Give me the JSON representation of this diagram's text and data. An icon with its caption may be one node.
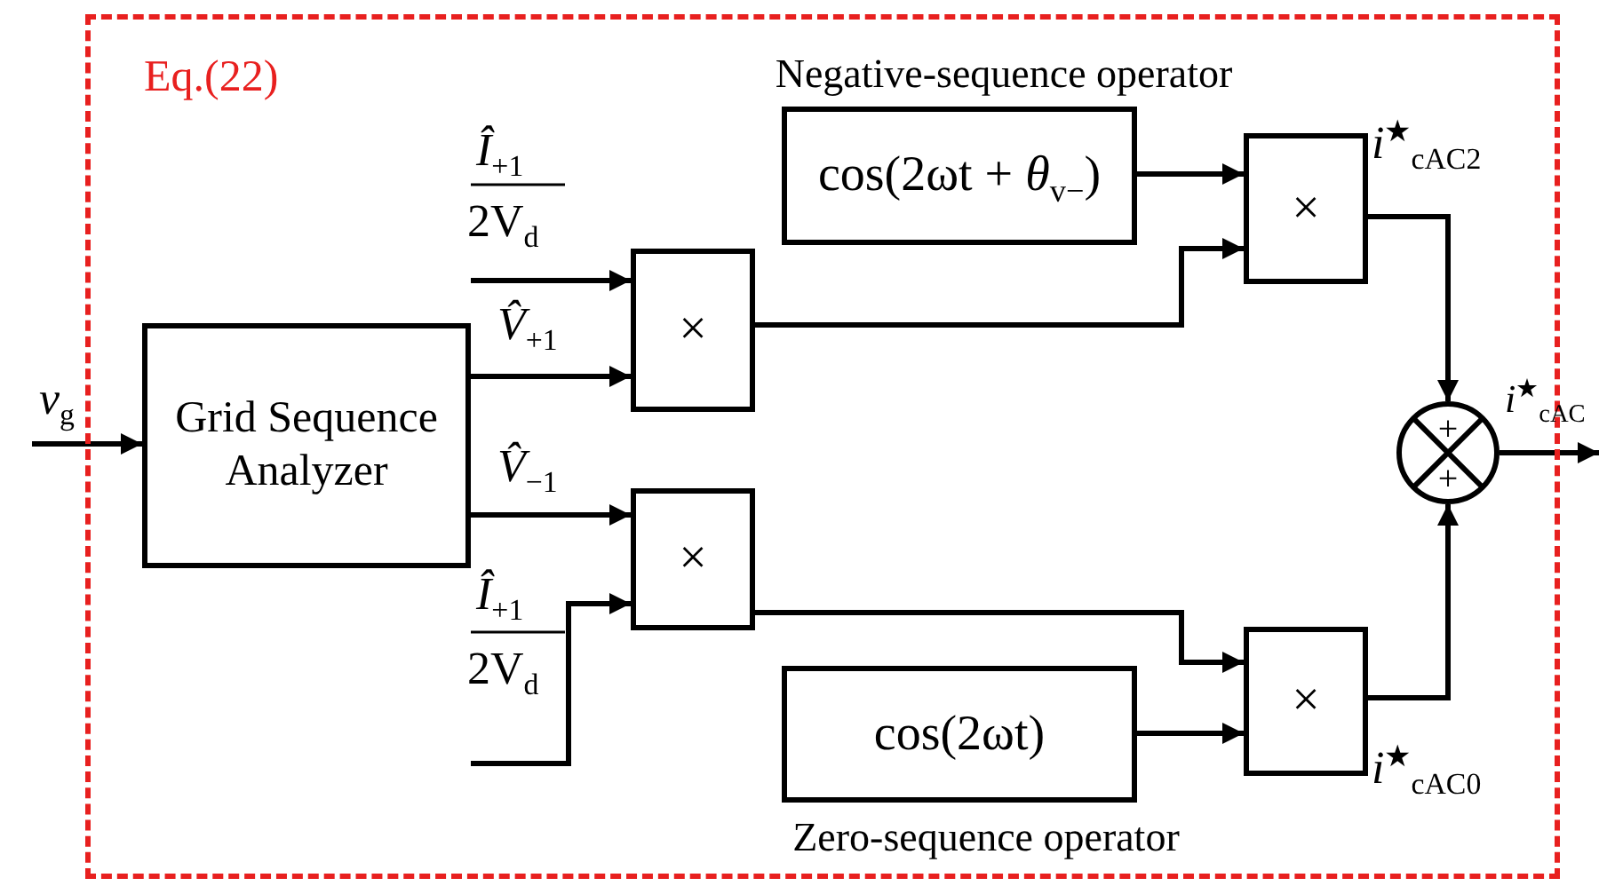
{
  "diagram": {
    "nodes": [
      {
        "text": [
          "Eq.(22)"
        ]
      },
      {
        "text": [
          "Grid Sequence Analyzer"
        ],
        "in": 0
      },
      {
        "text": [
          "×"
        ],
        "in": 0
      },
      {
        "text": [
          "×"
        ],
        "in": 0
      },
      {
        "text": [
          "cos(2ωt + *θ*$_{v−}$)"
        ],
        "in": 0,
        "beside": [
          "Negative-sequence operator"
        ]
      },
      {
        "text": [
          "×"
        ],
        "in": 0
      },
      {
        "text": [
          "cos(2ωt)"
        ],
        "in": 0,
        "beside": [
          "Zero-sequence operator"
        ]
      },
      {
        "text": [
          "×"
        ],
        "in": 0
      },
      {
        "text": [
          "+",
          "+"
        ],
        "in": 0
      }
    ],
    "edges": [
      {
        "from": null,
        "to": 1,
        "arrow": "to",
        "label": "*v*$_{g}$"
      },
      {
        "from": null,
        "to": 2,
        "arrow": "to"
      },
      {
        "from": 1,
        "to": 2,
        "arrow": "to",
        "label": "*V̂*$_{+1}$"
      },
      {
        "from": 1,
        "to": 3,
        "arrow": "to",
        "label": "*V̂*$_{−1}$"
      },
      {
        "from": null,
        "to": 3,
        "arrow": "to"
      },
      {
        "from": 4,
        "to": 5,
        "arrow": "to"
      },
      {
        "from": 2,
        "to": 5,
        "arrow": "to"
      },
      {
        "from": 3,
        "to": 7,
        "arrow": "to"
      },
      {
        "from": 6,
        "to": 7,
        "arrow": "to"
      },
      {
        "from": 5,
        "to": 8,
        "arrow": "to",
        "label": "*i*$^{★}$$_{cAC2}$"
      },
      {
        "from": 7,
        "to": 8,
        "arrow": "to",
        "label": "*i*$^{★}$$_{cAC0}$"
      },
      {
        "from": 8,
        "to": null,
        "arrow": "to",
        "label": "*i*$^{★}$$_{cAC}$"
      }
    ],
    "labels": [
      "*Î*$_{+1}$",
      "2V$_{d}$",
      "*Î*$_{+1}$",
      "2V$_{d}$"
    ]
  }
}
